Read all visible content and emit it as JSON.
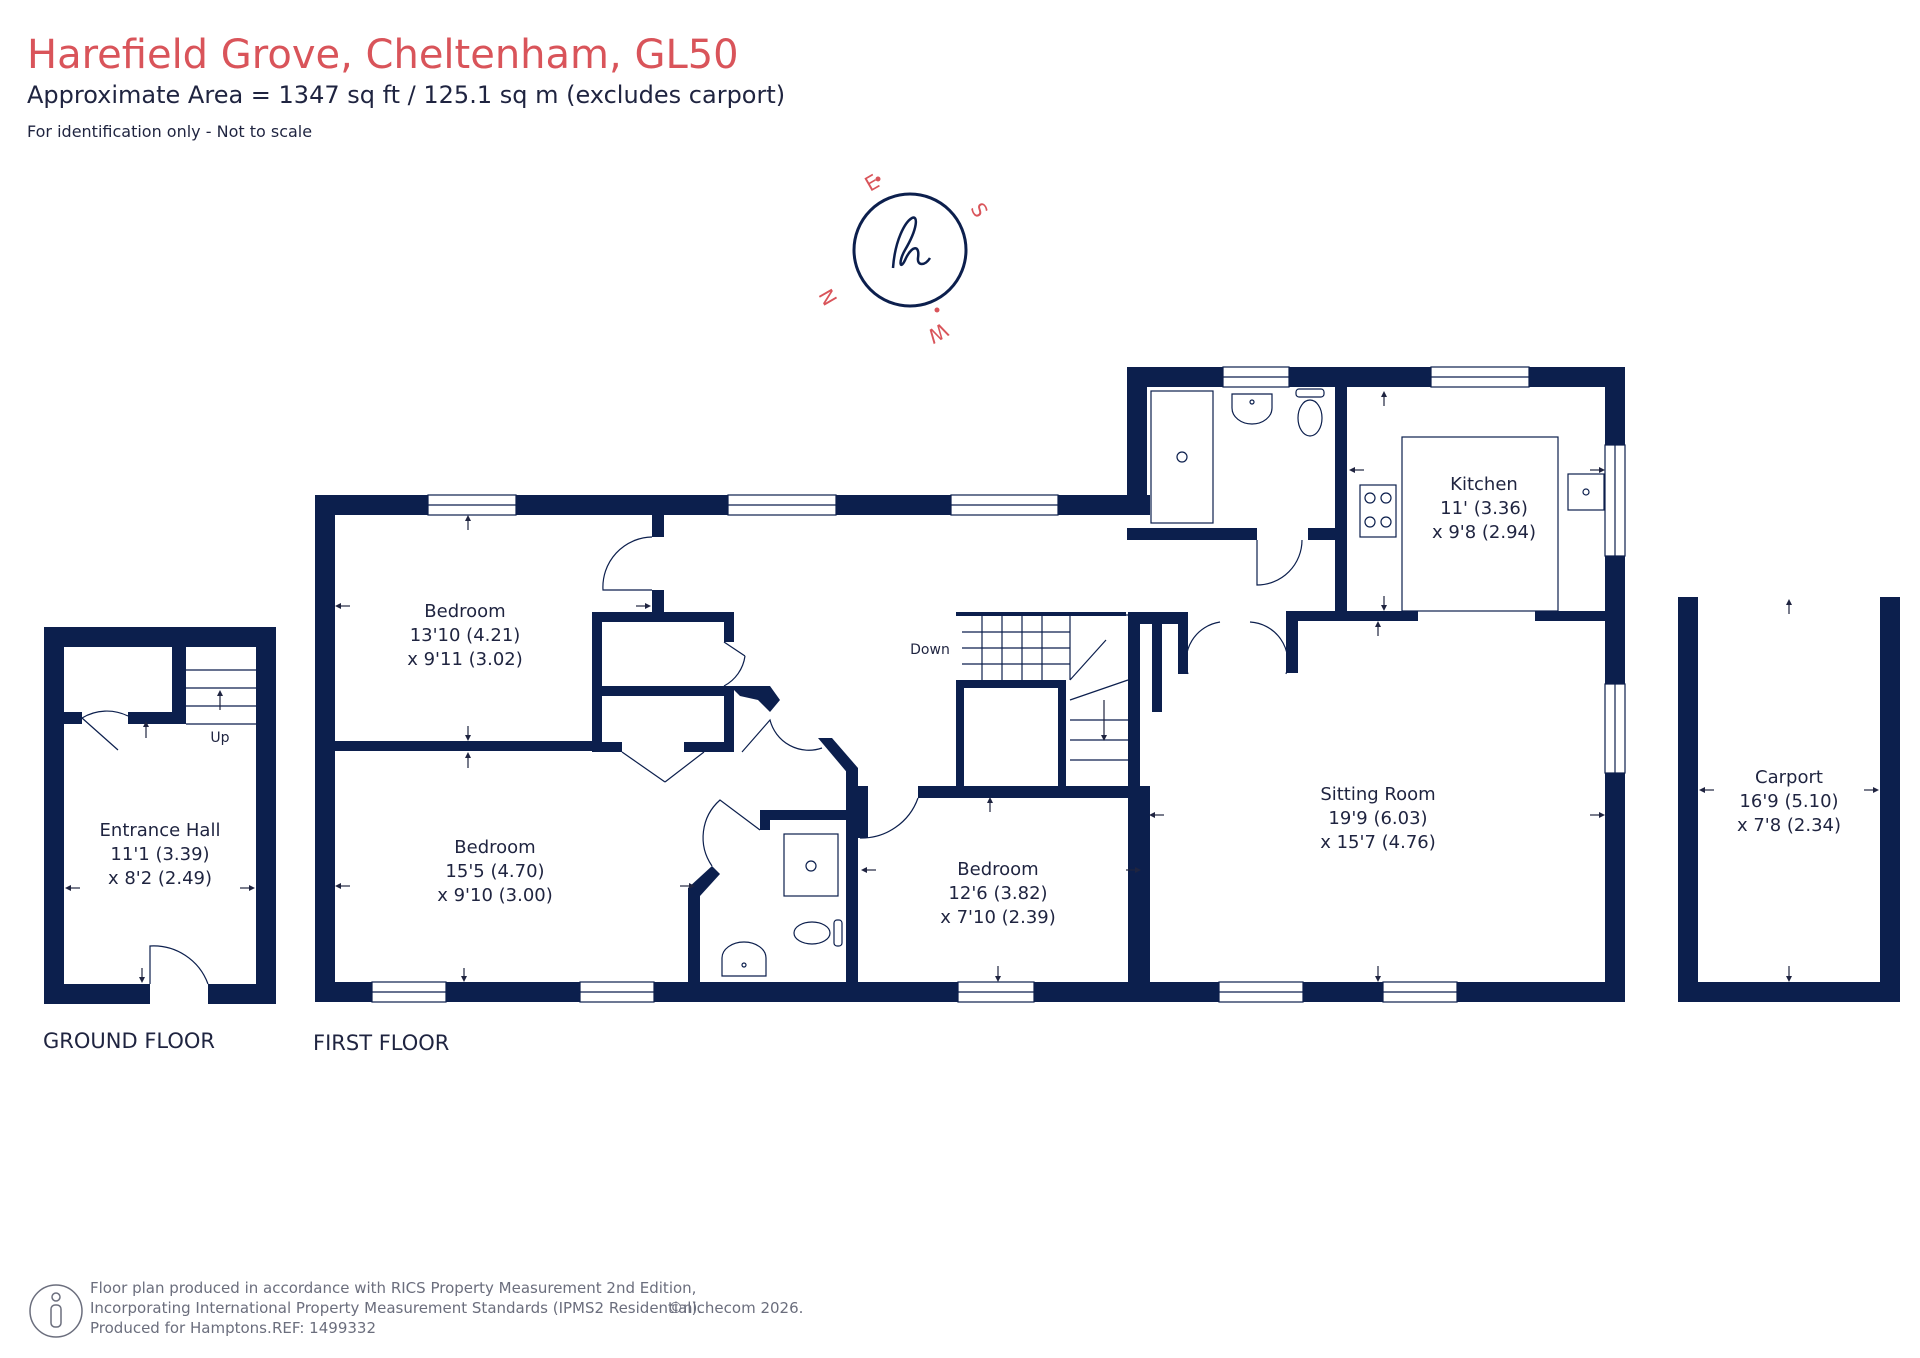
{
  "header": {
    "title": "Harefield Grove, Cheltenham, GL50",
    "area": "Approximate Area = 1347 sq ft / 125.1 sq m (excludes carport)",
    "note": "For identification only - Not to scale"
  },
  "compass": {
    "e": "E",
    "s": "S",
    "n": "N",
    "w": "W"
  },
  "floors": {
    "ground": "GROUND FLOOR",
    "first": "FIRST FLOOR"
  },
  "rooms": {
    "entrance_hall": {
      "name": "Entrance Hall",
      "dim1": "11'1 (3.39)",
      "dim2": "x 8'2 (2.49)"
    },
    "bedroom1": {
      "name": "Bedroom",
      "dim1": "13'10 (4.21)",
      "dim2": "x 9'11 (3.02)"
    },
    "bedroom2": {
      "name": "Bedroom",
      "dim1": "15'5 (4.70)",
      "dim2": "x 9'10 (3.00)"
    },
    "bedroom3": {
      "name": "Bedroom",
      "dim1": "12'6 (3.82)",
      "dim2": "x 7'10 (2.39)"
    },
    "kitchen": {
      "name": "Kitchen",
      "dim1": "11' (3.36)",
      "dim2": "x 9'8 (2.94)"
    },
    "sitting_room": {
      "name": "Sitting Room",
      "dim1": "19'9 (6.03)",
      "dim2": "x 15'7 (4.76)"
    },
    "carport": {
      "name": "Carport",
      "dim1": "16'9 (5.10)",
      "dim2": "x 7'8 (2.34)"
    }
  },
  "stairs": {
    "up": "Up",
    "down": "Down"
  },
  "footer": {
    "line1": "Floor plan produced in accordance with RICS Property Measurement 2nd Edition,",
    "line2": "Incorporating International Property Measurement Standards (IPMS2 Residential).",
    "line3": "Produced for Hamptons.",
    "ref": "REF:  1499332",
    "copyright": "©nichecom 2026."
  },
  "colors": {
    "wall": "#0c1f4d",
    "title": "#d9545a",
    "text": "#1f2440",
    "compass": "#d9545a"
  }
}
